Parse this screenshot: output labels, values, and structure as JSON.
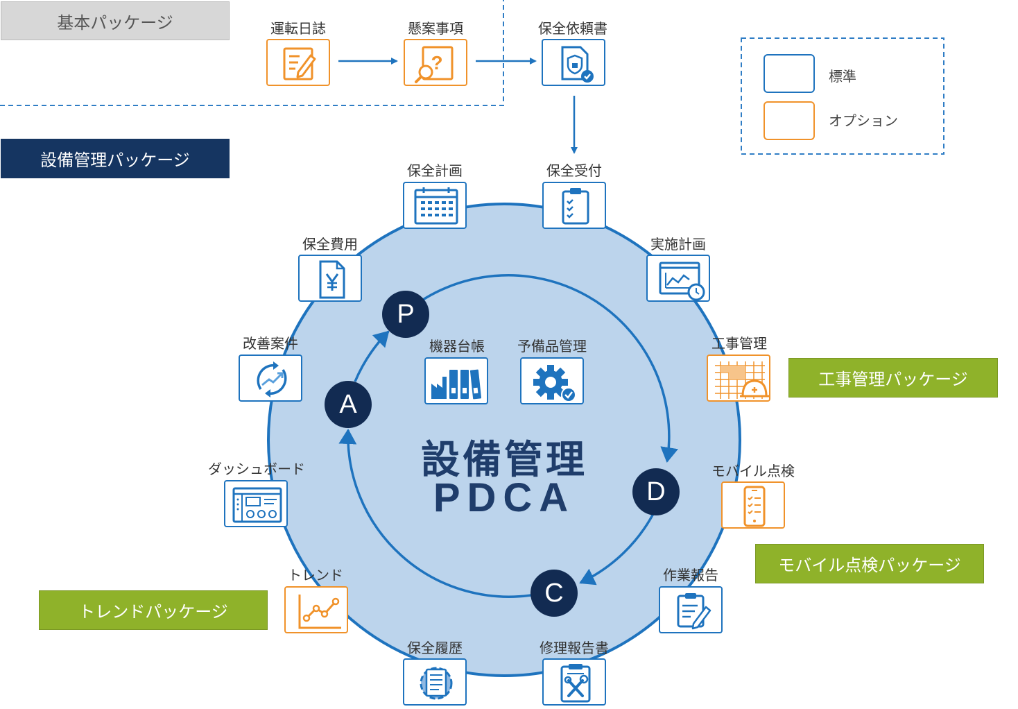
{
  "packages": {
    "basic": "基本パッケージ",
    "facility": "設備管理パッケージ",
    "construction": "工事管理パッケージ",
    "mobile": "モバイル点検パッケージ",
    "trend": "トレンドパッケージ"
  },
  "legend": {
    "standard": "標準",
    "option": "オプション"
  },
  "top_flow": [
    {
      "label": "運転日誌",
      "type": "option",
      "icon": "edit-document-icon"
    },
    {
      "label": "懸案事項",
      "type": "option",
      "icon": "question-search-icon"
    },
    {
      "label": "保全依頼書",
      "type": "standard",
      "icon": "secure-document-icon"
    }
  ],
  "ring_modules": {
    "hozen_uketsuke": {
      "label": "保全受付",
      "type": "standard",
      "icon": "clipboard-icon"
    },
    "jisshi_keikaku": {
      "label": "実施計画",
      "type": "standard",
      "icon": "schedule-chart-icon"
    },
    "kouji_kanri": {
      "label": "工事管理",
      "type": "option",
      "icon": "construction-helmet-icon"
    },
    "mobile_tenken": {
      "label": "モバイル点検",
      "type": "option",
      "icon": "smartphone-checklist-icon"
    },
    "sagyou_houkoku": {
      "label": "作業報告",
      "type": "standard",
      "icon": "report-pen-icon"
    },
    "shuuri_houkokusho": {
      "label": "修理報告書",
      "type": "standard",
      "icon": "repair-tools-icon"
    },
    "hozen_rireki": {
      "label": "保全履歴",
      "type": "standard",
      "icon": "history-gear-icon"
    },
    "trend": {
      "label": "トレンド",
      "type": "option",
      "icon": "trend-line-icon"
    },
    "dashboard": {
      "label": "ダッシュボード",
      "type": "standard",
      "icon": "dashboard-icon"
    },
    "kaizen_anken": {
      "label": "改善案件",
      "type": "standard",
      "icon": "improvement-cycle-icon"
    },
    "hozen_hiyou": {
      "label": "保全費用",
      "type": "standard",
      "icon": "yen-document-icon"
    },
    "hozen_keikaku": {
      "label": "保全計画",
      "type": "standard",
      "icon": "calendar-icon"
    }
  },
  "center_modules": [
    {
      "label": "機器台帳",
      "type": "standard",
      "icon": "factory-binders-icon"
    },
    {
      "label": "予備品管理",
      "type": "standard",
      "icon": "gear-check-icon"
    }
  ],
  "center_title": {
    "line1": "設備管理",
    "line2": "PDCA"
  },
  "cycle": {
    "p": "P",
    "d": "D",
    "c": "C",
    "a": "A"
  },
  "colors": {
    "standard": "#1e73be",
    "option": "#f0922a",
    "navy": "#153561",
    "green": "#8fb22a",
    "circle_fill": "#bcd4ec",
    "circle_stroke": "#1e73be"
  }
}
